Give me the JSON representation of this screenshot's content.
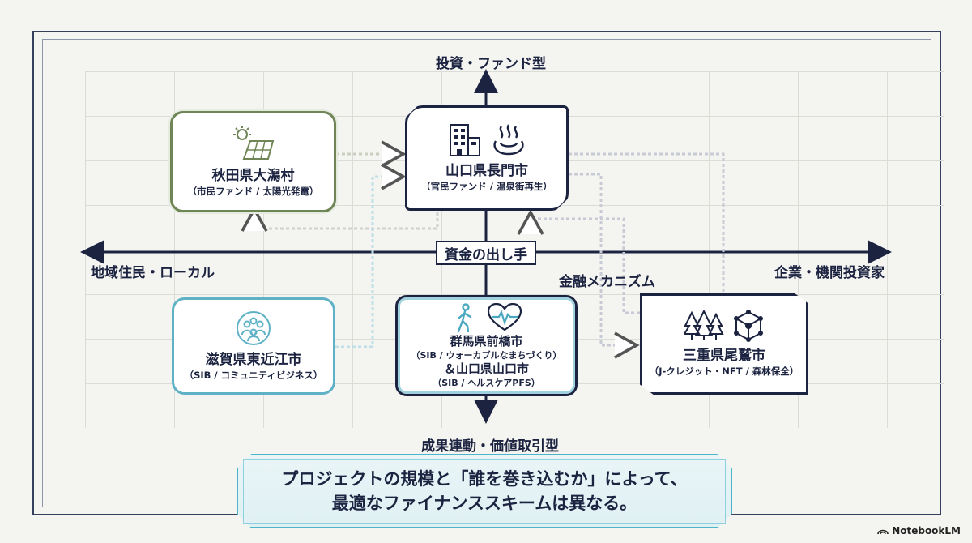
{
  "axes": {
    "top": "投資・ファンド型",
    "bottom": "成果連動・価値取引型",
    "left": "地域住民・ローカル",
    "right": "企業・機関投資家",
    "center": "資金の出し手",
    "mechanism": "金融メカニズム"
  },
  "nodes": {
    "akita": {
      "title": "秋田県大潟村",
      "sub": "（市民ファンド / 太陽光発電）",
      "color": "#6f8556"
    },
    "nagato": {
      "title": "山口県長門市",
      "sub": "（官民ファンド / 温泉街再生）",
      "color": "#1b2340"
    },
    "shiga": {
      "title": "滋賀県東近江市",
      "sub": "（SIB / コミュニティビジネス）",
      "color": "#5fb1c6"
    },
    "maebashi": {
      "title1": "群馬県前橋市",
      "sub1": "（SIB / ウォーカブルなまちづくり）",
      "title2": "＆山口県山口市",
      "sub2": "（SIB / ヘルスケアPFS）"
    },
    "owase": {
      "title": "三重県尾鷲市",
      "sub": "（J-クレジット・NFT / 森林保全）"
    }
  },
  "banner": {
    "line1": "プロジェクトの規模と「誰を巻き込むか」によって、",
    "line2": "最適なファイナンススキームは異なる。"
  },
  "logo": "NotebookLM"
}
